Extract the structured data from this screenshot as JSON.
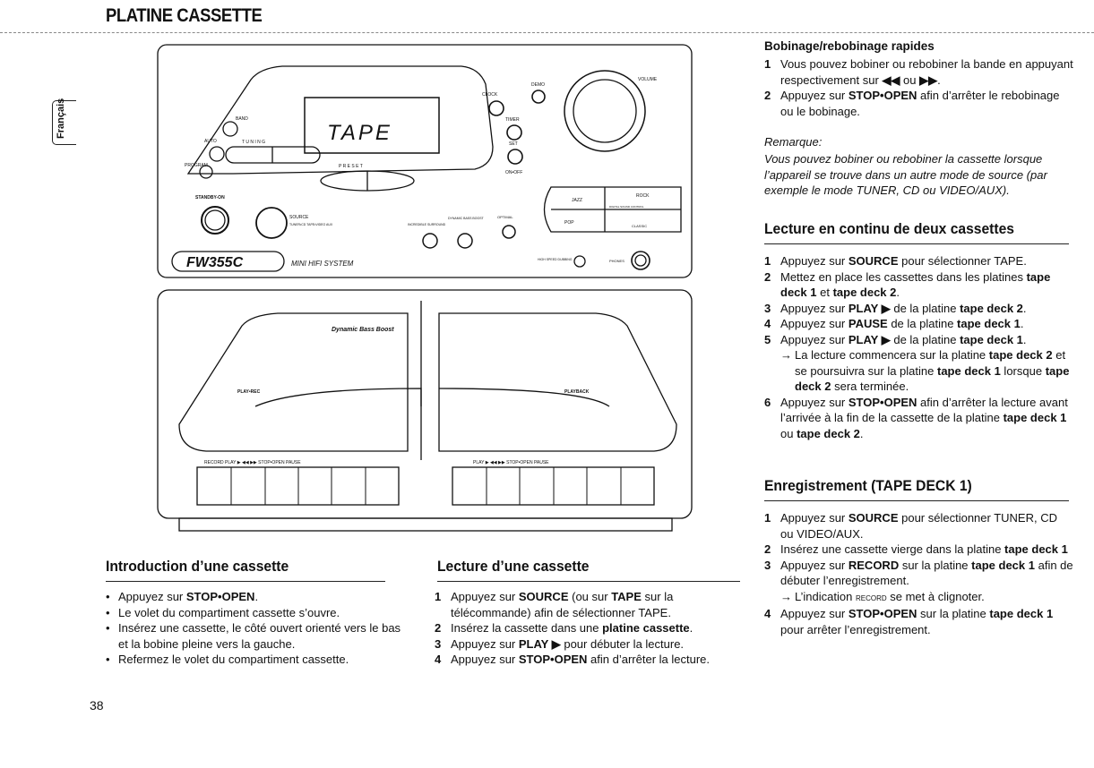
{
  "page": {
    "title": "PLATINE CASSETTE",
    "language_tab": "Français",
    "page_number": "38"
  },
  "device": {
    "model": "FW355C",
    "subtitle": "MINI HIFI SYSTEM",
    "display_text": "TAPE",
    "labels": {
      "standby": "STANDBY-ON",
      "band": "BAND",
      "auto": "AUTO",
      "program": "PROGRAM",
      "tuning": "T U N I N G",
      "preset": "P R E S E T",
      "source": "SOURCE",
      "source_sub": "TUNER•CD TAPE•VIDEO AUX",
      "clock": "CLOCK",
      "demo": "DEMO",
      "timer": "TIMER",
      "set": "SET",
      "on_off": "ON•OFF",
      "volume": "VOLUME",
      "incredible_surround": "INCREDIBLE SURROUND",
      "dynamic_bass_boost": "DYNAMIC BASS BOOST",
      "optimal": "OPTIMAL",
      "jazz": "JAZZ",
      "rock": "ROCK",
      "pop": "POP",
      "classic": "CLASSIC",
      "dsc": "DIGITAL SOUND CONTROL",
      "high_speed_dubbing": "HIGH SPEED DUBBING",
      "phones": "PHONES",
      "dbb_panel": "Dynamic Bass Boost",
      "play_rec": "PLAY•REC",
      "playback": "PLAYBACK",
      "deck1_keys": "RECORD    PLAY ▶    ◀◀    ▶▶    STOP•OPEN   PAUSE",
      "deck2_keys": "PLAY ▶        ◀◀      ▶▶     STOP•OPEN   PAUSE"
    }
  },
  "intro": {
    "title": "Introduction d’une cassette",
    "bullets": [
      [
        "Appuyez sur ",
        {
          "b": "STOP•OPEN"
        },
        "."
      ],
      [
        "Le volet du compartiment cassette s’ouvre."
      ],
      [
        "Insérez une cassette, le côté ouvert orienté vers le bas et la bobine pleine vers la gauche."
      ],
      [
        "Refermez le volet du compartiment cassette."
      ]
    ]
  },
  "lecture": {
    "title": "Lecture d’une cassette",
    "steps": [
      [
        "Appuyez sur ",
        {
          "b": "SOURCE"
        },
        " (ou sur ",
        {
          "b": "TAPE"
        },
        " sur la télécommande) afin de sélectionner TAPE."
      ],
      [
        "Insérez la cassette dans une ",
        {
          "b": "platine cassette"
        },
        "."
      ],
      [
        "Appuyez sur ",
        {
          "b": "PLAY ▶"
        },
        " pour débuter la lecture."
      ],
      [
        "Appuyez sur ",
        {
          "b": "STOP•OPEN"
        },
        " afin d’arrêter la lecture."
      ]
    ]
  },
  "bobinage": {
    "title": "Bobinage/rebobinage rapides",
    "steps": [
      [
        "Vous pouvez bobiner ou rebobiner la bande en appuyant respectivement sur ",
        {
          "b": "◀◀"
        },
        " ou ",
        {
          "b": "▶▶"
        },
        "."
      ],
      [
        "Appuyez sur ",
        {
          "b": "STOP•OPEN"
        },
        " afin d’arrêter le rebobinage ou le bobinage."
      ]
    ],
    "remark_label": "Remarque:",
    "remark_text": "Vous pouvez bobiner ou rebobiner la cassette lorsque l’appareil se trouve dans un autre mode de source (par exemple le mode TUNER, CD ou VIDEO/AUX)."
  },
  "continu": {
    "title": "Lecture en continu de deux cassettes",
    "steps": [
      {
        "n": "1",
        "parts": [
          "Appuyez sur ",
          {
            "b": "SOURCE"
          },
          " pour sélectionner TAPE."
        ]
      },
      {
        "n": "2",
        "parts": [
          "Mettez en place les cassettes dans les platines ",
          {
            "b": "tape deck 1"
          },
          " et ",
          {
            "b": "tape deck 2"
          },
          "."
        ]
      },
      {
        "n": "3",
        "parts": [
          "Appuyez sur ",
          {
            "b": "PLAY ▶"
          },
          " de la platine ",
          {
            "b": "tape deck 2"
          },
          "."
        ]
      },
      {
        "n": "4",
        "parts": [
          "Appuyez sur ",
          {
            "b": "PAUSE"
          },
          " de la platine ",
          {
            "b": "tape deck 1"
          },
          "."
        ]
      },
      {
        "n": "5",
        "parts": [
          "Appuyez sur ",
          {
            "b": "PLAY ▶"
          },
          " de la platine ",
          {
            "b": "tape deck 1"
          },
          "."
        ]
      },
      {
        "n": "",
        "arrow": "→",
        "parts": [
          "La lecture commencera sur la platine ",
          {
            "b": "tape deck 2"
          },
          " et se poursuivra sur la platine ",
          {
            "b": "tape deck 1"
          },
          " lorsque ",
          {
            "b": "tape deck 2"
          },
          " sera terminée."
        ]
      },
      {
        "n": "6",
        "parts": [
          "Appuyez sur ",
          {
            "b": "STOP•OPEN"
          },
          " afin d’arrêter la lecture avant l’arrivée à la fin de la cassette de la platine ",
          {
            "b": "tape deck 1"
          },
          " ou ",
          {
            "b": "tape deck 2"
          },
          "."
        ]
      }
    ]
  },
  "enregistrement": {
    "title": "Enregistrement (TAPE DECK 1)",
    "steps": [
      {
        "n": "1",
        "parts": [
          "Appuyez sur ",
          {
            "b": "SOURCE"
          },
          " pour sélectionner TUNER, CD ou VIDEO/AUX."
        ]
      },
      {
        "n": "2",
        "parts": [
          "Insérez une cassette vierge dans la platine ",
          {
            "b": "tape deck 1"
          }
        ]
      },
      {
        "n": "3",
        "parts": [
          "Appuyez sur ",
          {
            "b": "RECORD"
          },
          " sur la platine ",
          {
            "b": "tape deck 1"
          },
          " afin de débuter l’enregistrement."
        ]
      },
      {
        "n": "",
        "arrow": "→",
        "parts": [
          "L’indication ",
          {
            "s": "RECORD"
          },
          " se met à clignoter."
        ]
      },
      {
        "n": "4",
        "parts": [
          "Appuyez sur ",
          {
            "b": "STOP•OPEN"
          },
          " sur la platine ",
          {
            "b": "tape deck 1"
          },
          " pour arrêter l’enregistrement."
        ]
      }
    ]
  }
}
